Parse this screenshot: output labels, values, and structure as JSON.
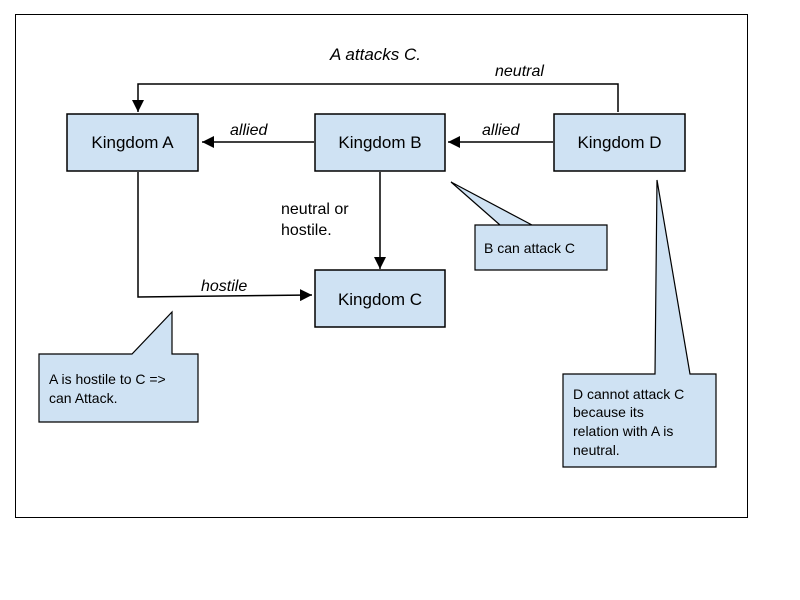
{
  "title": "A attacks C.",
  "nodes": {
    "a": {
      "label": "Kingdom A"
    },
    "b": {
      "label": "Kingdom B"
    },
    "c": {
      "label": "Kingdom C"
    },
    "d": {
      "label": "Kingdom D"
    }
  },
  "edges": {
    "b_to_a": "allied",
    "d_to_b": "allied",
    "d_to_a": "neutral",
    "a_to_c": "hostile",
    "b_to_c_line1": "neutral or",
    "b_to_c_line2": "hostile."
  },
  "notes": {
    "note_a": [
      "A is hostile to C =>",
      "can Attack."
    ],
    "note_b": [
      "B can attack C"
    ],
    "note_d": [
      "D cannot attack C",
      "because its",
      "relation with A is",
      "neutral."
    ]
  },
  "colors": {
    "box_fill": "#cfe2f3",
    "stroke": "#000000"
  }
}
